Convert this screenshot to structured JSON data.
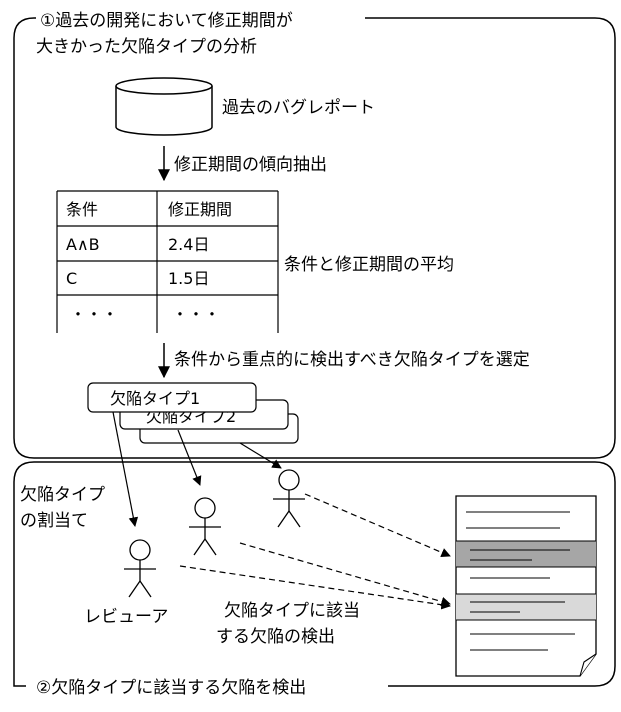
{
  "section1": {
    "title_line1": "①過去の開発において修正期間が",
    "title_line2": "大きかった欠陥タイプの分析"
  },
  "database_label": "過去のバグレポート",
  "step1_label": "修正期間の傾向抽出",
  "table": {
    "headers": [
      "条件",
      "修正期間"
    ],
    "rows": [
      [
        "A∧B",
        "2.4日"
      ],
      [
        "C",
        "1.5日"
      ],
      [
        "・・・",
        "・・・"
      ]
    ]
  },
  "table_note": "条件と修正期間の平均",
  "step2_label": "条件から重点的に検出すべき欠陥タイプを選定",
  "defect_cards": [
    "欠陥タイプ1",
    "欠陥タイプ2"
  ],
  "section2": {
    "assign_line1": "欠陥タイプ",
    "assign_line2": "の割当て",
    "reviewer_label": "レビューア",
    "detect_line1": "欠陥タイプに該当",
    "detect_line2": "する欠陥の検出",
    "title": "②欠陥タイプに該当する欠陥を検出"
  },
  "colors": {
    "line": "#000000",
    "highlight_dark": "#a6a6a6",
    "highlight_light": "#d9d9d9"
  }
}
